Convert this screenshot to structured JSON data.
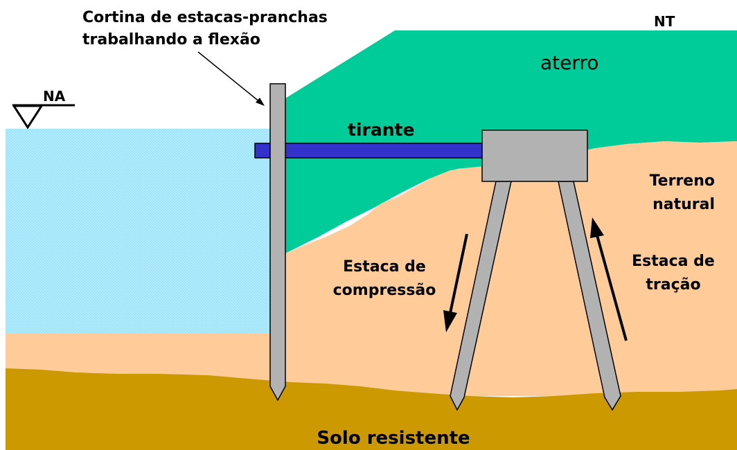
{
  "labels": {
    "sheet_pile_line1": "Cortina de estacas-pranchas",
    "sheet_pile_line2": "trabalhando a flexão",
    "nt": "NT",
    "na": "NA",
    "aterro": "aterro",
    "tirante": "tirante",
    "terreno_line1": "Terreno",
    "terreno_line2": "natural",
    "compressao_line1": "Estaca de",
    "compressao_line2": "compressão",
    "tracao_line1": "Estaca de",
    "tracao_line2": "tração",
    "solo": "Solo resistente"
  },
  "colors": {
    "water": "#b3e8fb",
    "water_dots": "#7fd3f2",
    "fill": "#00cc99",
    "natural_soil": "#ffcc99",
    "resistant_soil": "#cc9900",
    "pile": "#b2b2b2",
    "tie_rod": "#3333cc",
    "ink": "#000000"
  }
}
